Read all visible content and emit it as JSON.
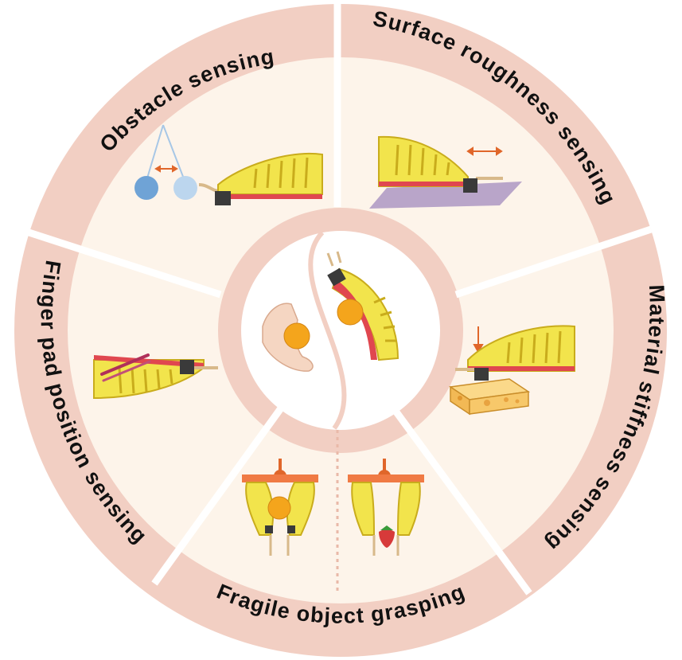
{
  "segments": [
    {
      "id": "obstacle",
      "label": "Obstacle sensing"
    },
    {
      "id": "surface",
      "label": "Surface roughness sensing"
    },
    {
      "id": "stiffness",
      "label": "Material stiffness sensing"
    },
    {
      "id": "grasping",
      "label": "Fragile object grasping"
    },
    {
      "id": "fingerpad",
      "label": "Finger pad position sensing"
    }
  ],
  "colors": {
    "ring": "#f2cfc3",
    "panel": "#fdf4ea",
    "finger": "#f2e44c",
    "finger_outline": "#c9ac1c",
    "skin": "#e0474f",
    "brush": "#3a3a3a",
    "orange": "#f4a51c",
    "arrow": "#e0662a",
    "ball": "#a7c7e6",
    "fabric": "#b9a5c9",
    "cheese": "#f7c86a",
    "gripper": "#f07a44",
    "strawberry": "#d73a3a"
  }
}
